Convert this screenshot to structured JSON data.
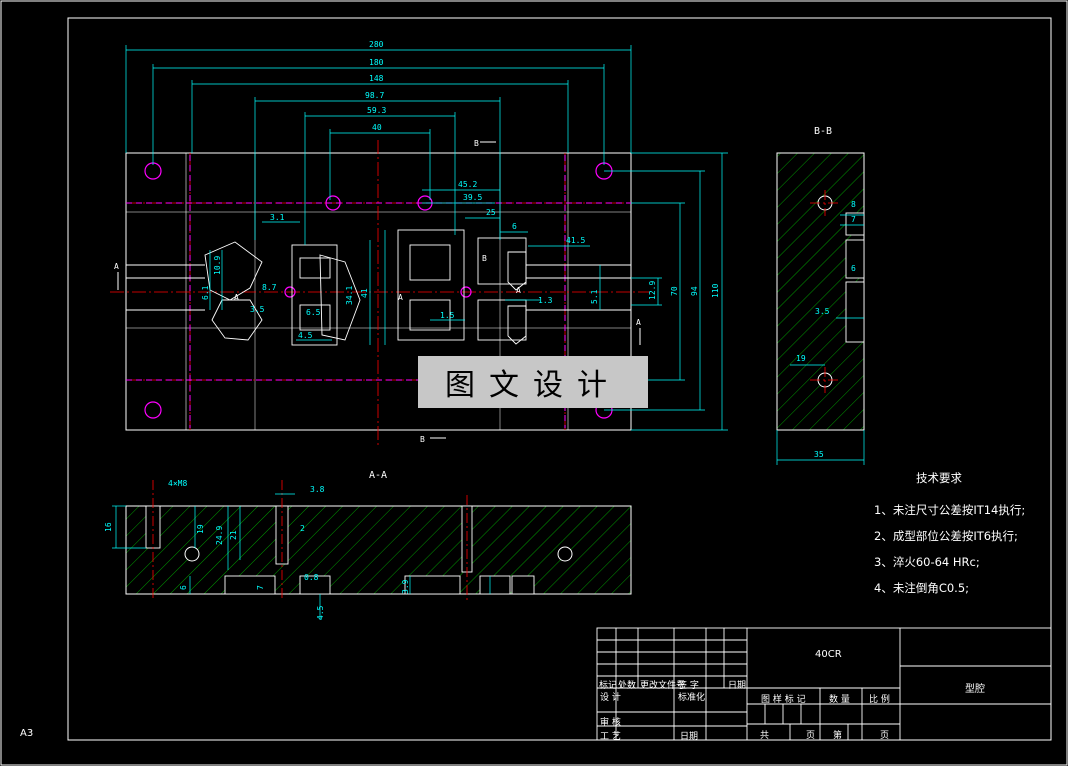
{
  "sheet_size": "A3",
  "watermark": "图文设计",
  "views": {
    "section_aa": "A-A",
    "section_bb": "B-B"
  },
  "dimensions": {
    "top": [
      "280",
      "180",
      "148",
      "98.7",
      "59.3",
      "40",
      "45.2",
      "39.5",
      "25",
      "6",
      "41.5"
    ],
    "right": [
      "110",
      "94",
      "70",
      "12.9"
    ],
    "misc": [
      "5.1",
      "1.3",
      "34.1",
      "41",
      "6.1",
      "8.7",
      "3.5",
      "1.5",
      "3.1",
      "10.9",
      "6.5",
      "4.5"
    ],
    "bb": [
      "8",
      "7",
      "6",
      "3.5",
      "19",
      "35"
    ],
    "aa": [
      "4×M8",
      "3.8",
      "16",
      "19",
      "24.9",
      "21",
      "6",
      "7",
      "0.8",
      "4.5",
      "3.9",
      "2"
    ]
  },
  "tech_requirements": {
    "title": "技术要求",
    "items": [
      "1、未注尺寸公差按IT14执行;",
      "2、成型部位公差按IT6执行;",
      "3、淬火60-64 HRc;",
      "4、未注倒角C0.5;"
    ]
  },
  "title_block": {
    "material": "40CR",
    "part_name": "型腔",
    "row_headers": [
      "标记",
      "处数",
      "更改文件号",
      "签 字",
      "日期"
    ],
    "standard": "标准化",
    "design": "设 计",
    "review": "审 核",
    "process": "工 艺",
    "date": "日期",
    "marks": [
      "图 样 标 记",
      "数 量",
      "比 例"
    ],
    "sheets": [
      "共",
      "页",
      "第",
      "页"
    ]
  },
  "colors": {
    "outline": "#ffffff",
    "dimension": "#00ffff",
    "hatch": "#00c000",
    "centerline": "#ff0000",
    "construction": "#ff00ff",
    "watermark_bg": "#c7c7c7"
  }
}
